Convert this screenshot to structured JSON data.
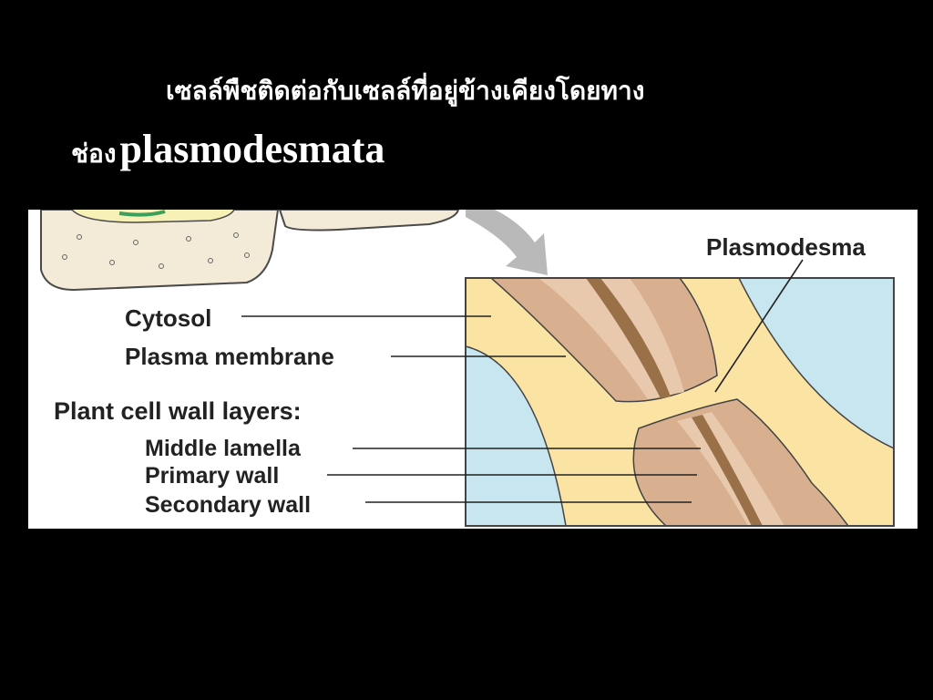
{
  "title": {
    "line1": "เซลล์พืชติดต่อกับเซลล์ที่อยู่ข้างเคียงโดยทาง",
    "line2_thai": "ช่อง",
    "line2_term": "plasmodesmata"
  },
  "diagram": {
    "labels": {
      "cytosol": "Cytosol",
      "plasma_membrane": "Plasma membrane",
      "wall_layers_heading": "Plant cell wall layers:",
      "middle_lamella": "Middle lamella",
      "primary_wall": "Primary wall",
      "secondary_wall": "Secondary wall",
      "plasmodesma": "Plasmodesma"
    },
    "colors": {
      "cytosol": "#fbe3a4",
      "wall": "#d9b08f",
      "wall_light": "#e9c9ae",
      "middle_lamella": "#9a7049",
      "neighbor_cytoplasm": "#c8e6ef",
      "cell_fill": "#f3ead8"
    }
  }
}
